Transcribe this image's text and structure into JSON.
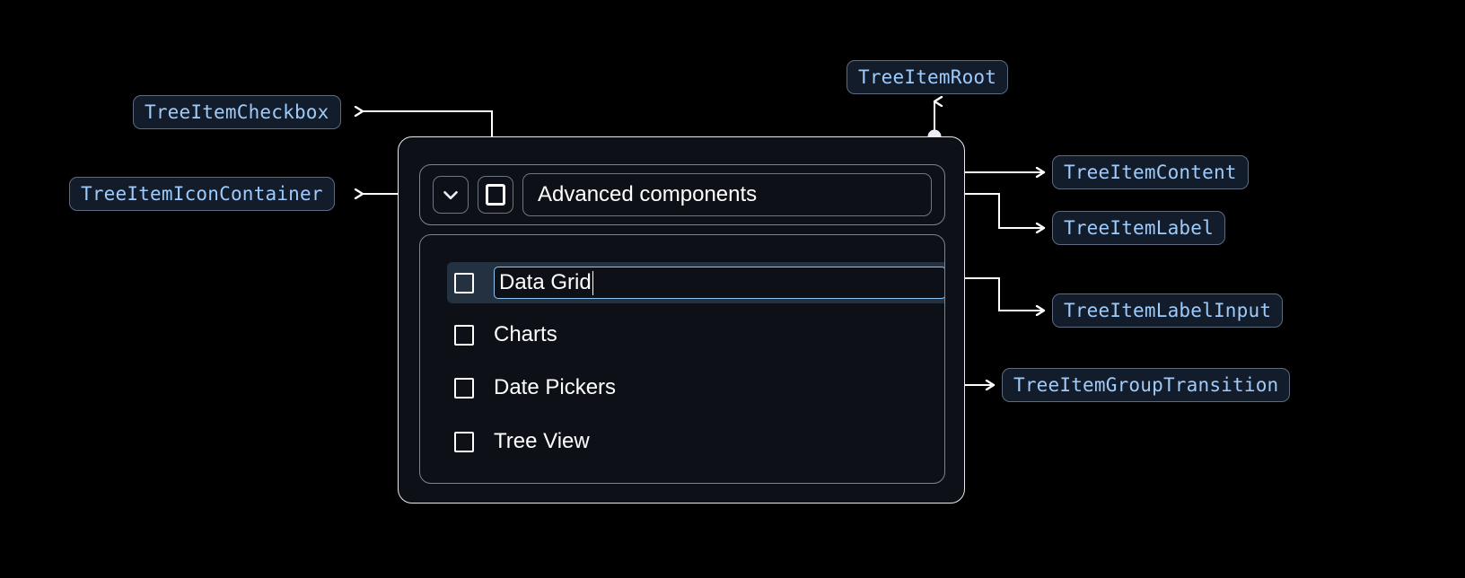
{
  "annotations": [
    {
      "key": "checkbox",
      "label": "TreeItemCheckbox"
    },
    {
      "key": "icon_container",
      "label": "TreeItemIconContainer"
    },
    {
      "key": "root",
      "label": "TreeItemRoot"
    },
    {
      "key": "content",
      "label": "TreeItemContent"
    },
    {
      "key": "label",
      "label": "TreeItemLabel"
    },
    {
      "key": "label_input",
      "label": "TreeItemLabelInput"
    },
    {
      "key": "group_transition",
      "label": "TreeItemGroupTransition"
    }
  ],
  "tree": {
    "root_item": {
      "label": "Advanced components",
      "expand_icon": "chevron-down-icon",
      "checkbox_state": "unchecked"
    },
    "editing_item": {
      "input_value": "Data Grid",
      "checkbox_state": "unchecked",
      "is_editing": true
    },
    "children": [
      {
        "label": "Charts",
        "checkbox_state": "unchecked"
      },
      {
        "label": "Date Pickers",
        "checkbox_state": "unchecked"
      },
      {
        "label": "Tree View",
        "checkbox_state": "unchecked"
      }
    ]
  },
  "colors": {
    "background": "#000000",
    "chip_bg": "#131c2b",
    "chip_border": "#5c6b80",
    "chip_text": "#9ecbfa",
    "card_bg": "#0d1117",
    "card_border": "#e8eaed",
    "inner_border": "#7c848f",
    "selected_row_bg": "#243140",
    "input_border": "#8ec5f5",
    "text": "#ffffff",
    "connector": "#ffffff"
  }
}
